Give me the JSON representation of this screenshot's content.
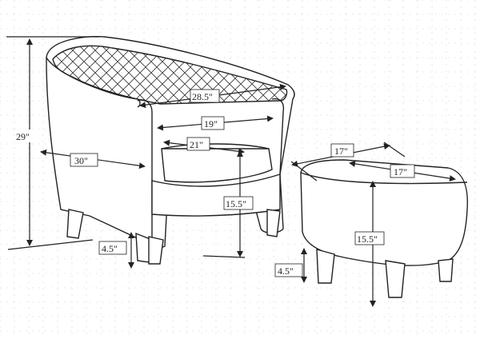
{
  "labels": {
    "chair_height": "29\"",
    "chair_back_width": "28.5\"",
    "chair_inner_width": "19\"",
    "seat_depth": "21\"",
    "chair_depth": "30\"",
    "seat_height": "15.5\"",
    "chair_leg_height": "4.5\"",
    "ottoman_width": "17\"",
    "ottoman_depth": "17\"",
    "ottoman_height": "15.5\"",
    "ottoman_leg_height": "4.5\""
  },
  "colors": {
    "line": "#222222",
    "grid": "#cfd8cf",
    "background": "#ffffff"
  }
}
